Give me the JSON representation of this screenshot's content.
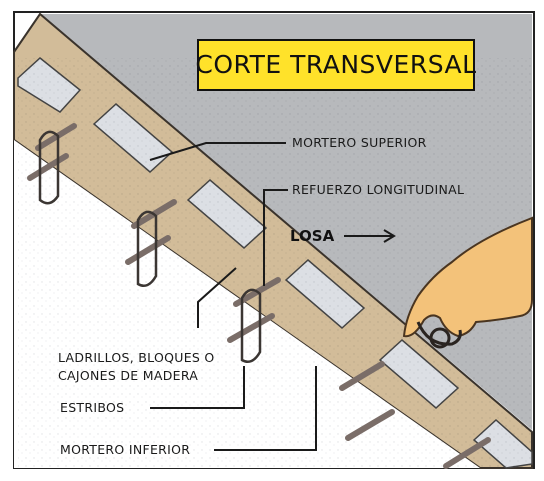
{
  "title": "CORTE TRANSVERSAL",
  "labels": {
    "mortero_superior": "MORTERO SUPERIOR",
    "refuerzo_longitudinal": "REFUERZO LONGITUDINAL",
    "losa": "LOSA",
    "ladrillos_line1": "LADRILLOS, BLOQUES O",
    "ladrillos_line2": "CAJONES DE MADERA",
    "estribos": "ESTRIBOS",
    "mortero_inferior": "MORTERO INFERIOR"
  },
  "colors": {
    "slab_top": "#b4b6b9",
    "beam_mortar": "#d2bc99",
    "blocks": "#dcdfe4",
    "rebar": "#7a6d68",
    "title_bg": "#ffe22a",
    "hand": "#f3c27a"
  }
}
